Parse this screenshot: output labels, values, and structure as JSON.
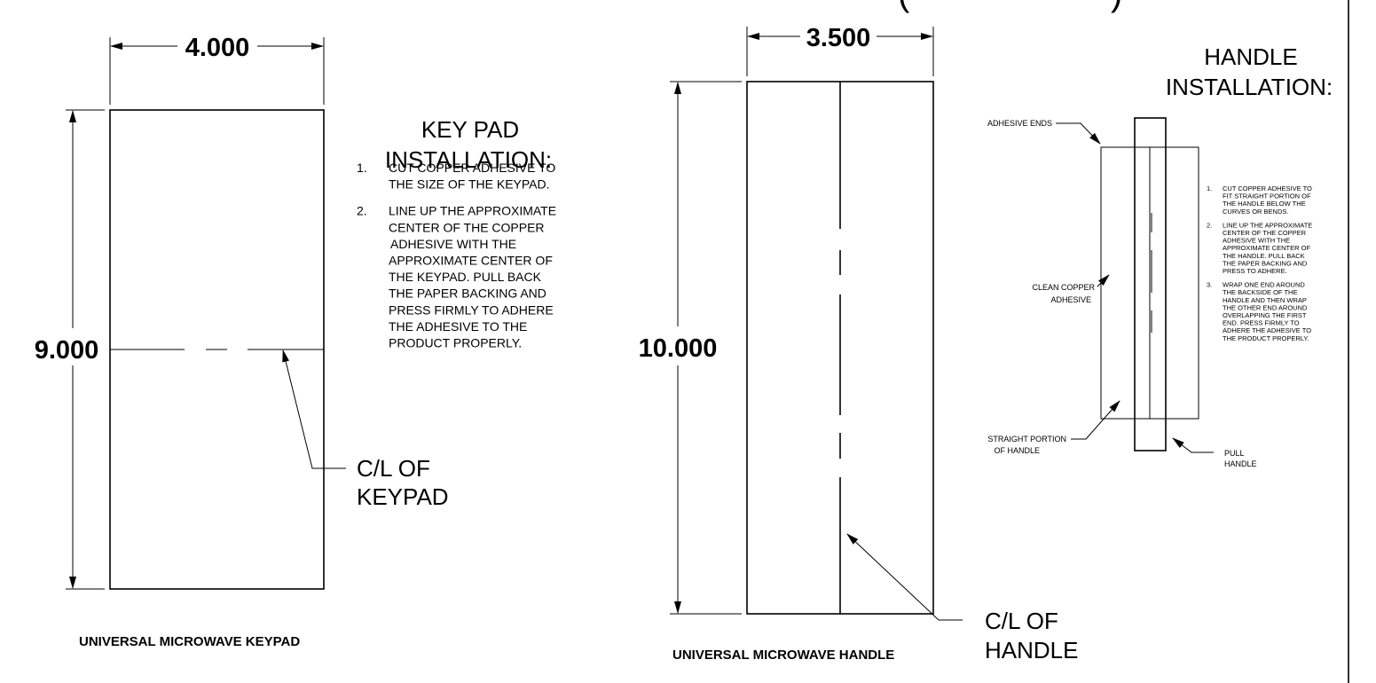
{
  "header_fragment": {
    "left": "(",
    "right": ")"
  },
  "keypad": {
    "width_dim": "4.000",
    "height_dim": "9.000",
    "title_line1": "KEY PAD",
    "title_line2": "INSTALLATION:",
    "steps": [
      {
        "num": "1.",
        "lines": [
          "CUT COPPER ADHESIVE TO",
          "THE SIZE OF THE KEYPAD."
        ]
      },
      {
        "num": "2.",
        "lines": [
          "LINE UP THE APPROXIMATE",
          "CENTER OF THE COPPER",
          "ADHESIVE  WITH THE",
          "APPROXIMATE CENTER OF",
          "THE KEYPAD. PULL BACK",
          "THE PAPER BACKING AND",
          "PRESS FIRMLY TO ADHERE",
          "THE ADHESIVE TO THE",
          "PRODUCT PROPERLY."
        ]
      }
    ],
    "centerline_label": [
      "C/L OF",
      "KEYPAD"
    ],
    "caption": "UNIVERSAL MICROWAVE KEYPAD"
  },
  "handle": {
    "width_dim": "3.500",
    "height_dim": "10.000",
    "centerline_label": [
      "C/L OF",
      "HANDLE"
    ],
    "caption": "UNIVERSAL MICROWAVE HANDLE"
  },
  "handle_install": {
    "title_line1": "HANDLE",
    "title_line2": "INSTALLATION:",
    "callouts": {
      "adhesive_ends": "ADHESIVE ENDS",
      "clean_copper": [
        "CLEAN COPPER",
        "ADHESIVE"
      ],
      "straight_portion": [
        "STRAIGHT PORTION",
        "OF HANDLE"
      ],
      "pull_handle": [
        "PULL",
        "HANDLE"
      ]
    },
    "steps": [
      {
        "num": "1.",
        "lines": [
          "CUT COPPER ADHESIVE TO",
          "FIT STRAIGHT PORTION OF",
          "THE  HANDLE BELOW THE",
          "CURVES OR BENDS."
        ]
      },
      {
        "num": "2.",
        "lines": [
          "LINE UP THE APPROXIMATE",
          "CENTER OF THE COPPER",
          "ADHESIVE  WITH THE",
          "APPROXIMATE CENTER OF",
          "THE  HANDLE.  PULL BACK",
          "THE PAPER BACKING AND",
          "PRESS TO ADHERE."
        ]
      },
      {
        "num": "3.",
        "lines": [
          "WRAP ONE END AROUND",
          "THE BACKSIDE OF THE",
          "HANDLE AND THEN  WRAP",
          "THE OTHER END AROUND",
          "OVERLAPPING THE FIRST",
          "END. PRESS FIRMLY TO",
          "ADHERE THE ADHESIVE TO",
          "THE PRODUCT PROPERLY."
        ]
      }
    ]
  }
}
